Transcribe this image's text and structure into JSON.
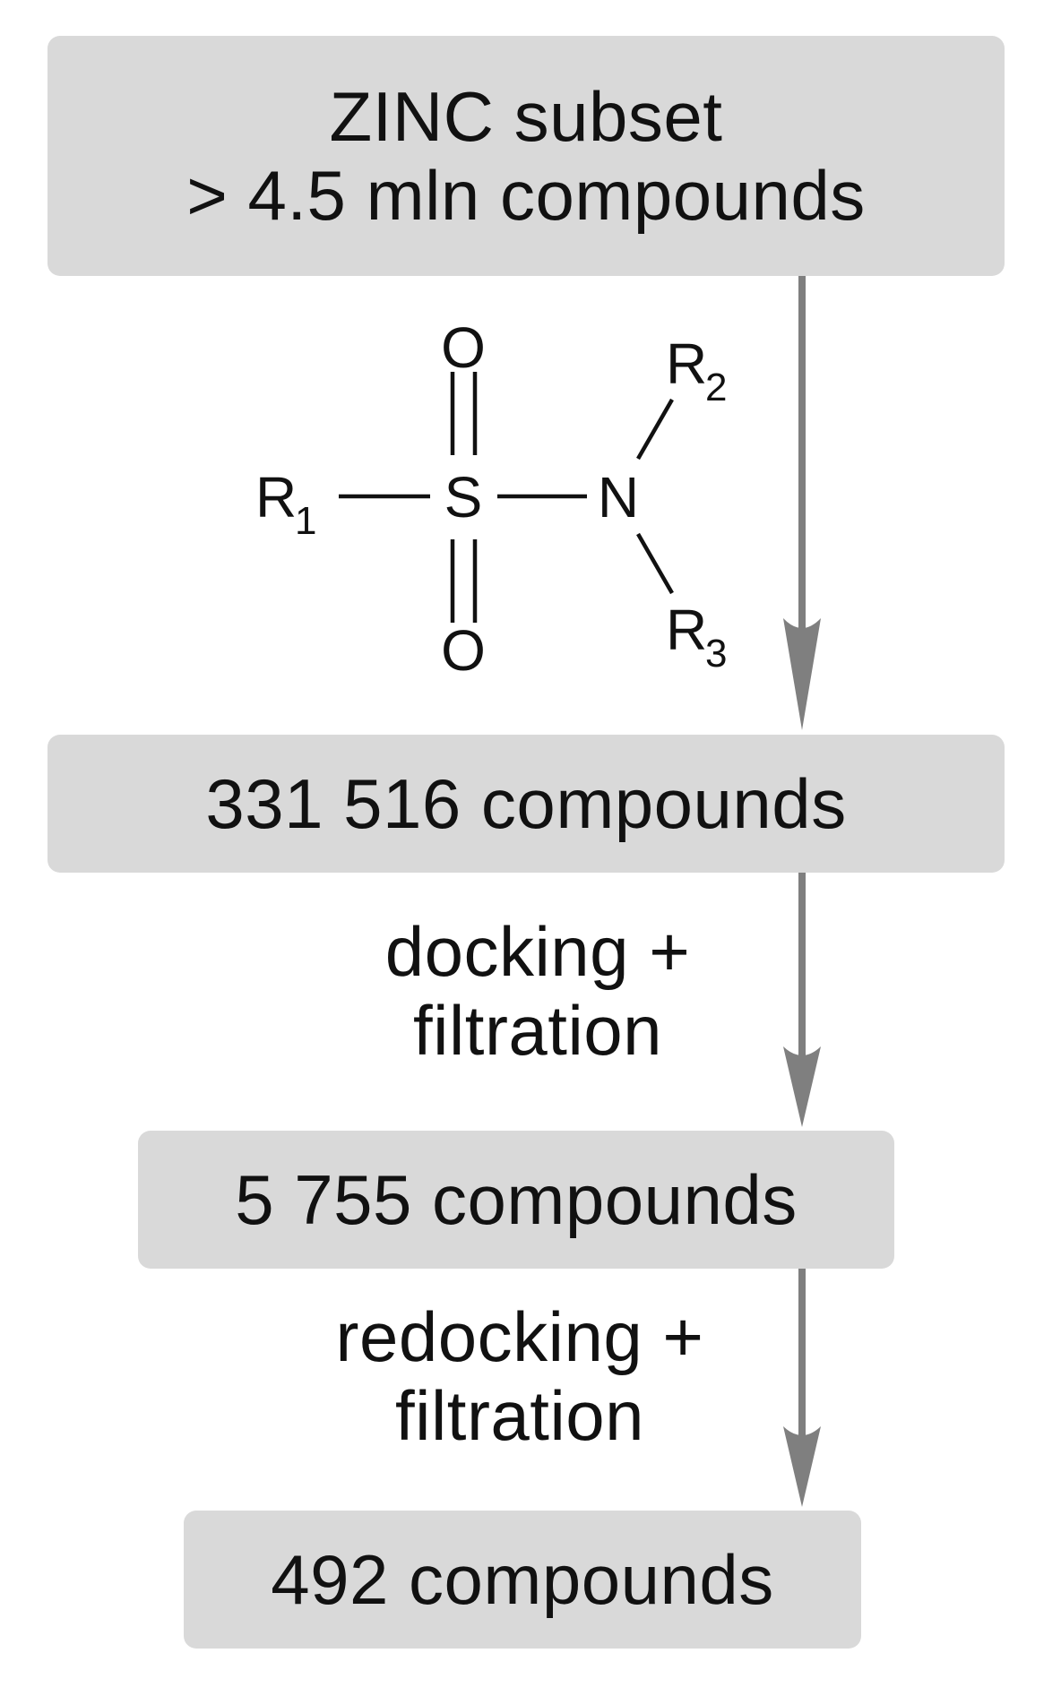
{
  "boxes": {
    "source": {
      "line1": "ZINC subset",
      "line2": "> 4.5 mln compounds"
    },
    "step1_result": "331 516 compounds",
    "step2_result": "5 755 compounds",
    "step3_result": "492 compounds"
  },
  "steps": {
    "step2": {
      "line1": "docking +",
      "line2": "filtration"
    },
    "step3": {
      "line1": "redocking +",
      "line2": "filtration"
    }
  },
  "structure": {
    "r1": "R",
    "r1_sub": "1",
    "r2": "R",
    "r2_sub": "2",
    "r3": "R",
    "r3_sub": "3",
    "sulfur": "S",
    "nitrogen": "N",
    "oxygen_top": "O",
    "oxygen_bottom": "O"
  },
  "colors": {
    "box_fill": "#d9d9d9",
    "arrow": "#7f7f7f",
    "text": "#111111"
  }
}
